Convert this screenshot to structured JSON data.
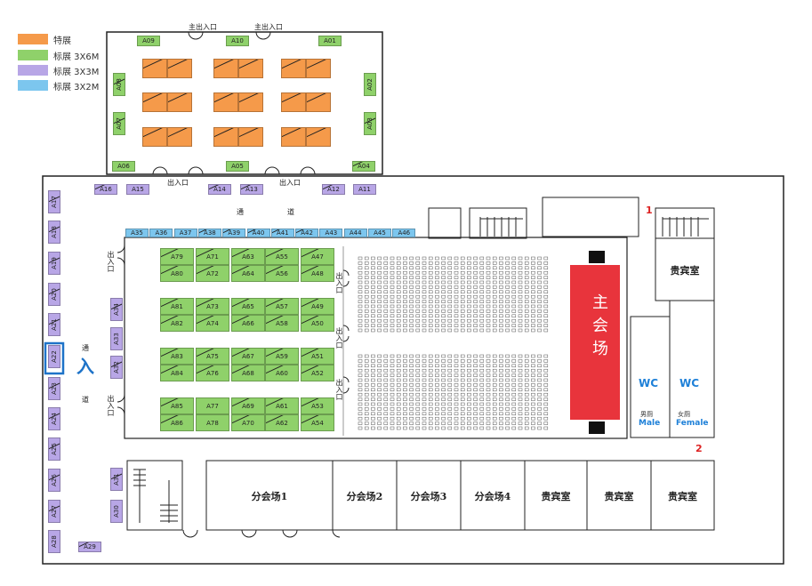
{
  "legend": [
    {
      "label": "特展",
      "color": "#f59a4a"
    },
    {
      "label": "标展 3X6M",
      "color": "#8fd16a"
    },
    {
      "label": "标展 3X3M",
      "color": "#b8a6e6"
    },
    {
      "label": "标展 3X2M",
      "color": "#7cc6ee"
    }
  ],
  "labels": {
    "main_entrance_1": "主出入口",
    "main_entrance_2": "主出入口",
    "exit_1": "出入口",
    "exit_2": "出入口",
    "corridor_1": "通",
    "corridor_2": "道",
    "corridor_v1": "通",
    "corridor_v2": "道",
    "exit_v1": "出入口",
    "exit_v2": "出入口",
    "exit_v3": "出入口",
    "exit_v4": "出入口",
    "exit_v5": "出入口",
    "main_hall": "主会场",
    "vip_top": "贵宾室",
    "wc_male": "WC",
    "wc_female": "WC",
    "male_cn": "男厕",
    "male_en": "Male",
    "female_cn": "女厕",
    "female_en": "Female",
    "marker_1": "1",
    "marker_2": "2",
    "entry_marker": "入",
    "rooms": [
      "分会场1",
      "分会场2",
      "分会场3",
      "分会场4",
      "贵宾室",
      "贵宾室",
      "贵宾室"
    ]
  },
  "booths": {
    "top_hall": [
      "A09",
      "A10",
      "A01",
      "A08",
      "A02",
      "A07",
      "A03",
      "A06",
      "A05",
      "A04"
    ],
    "top_row": [
      "A16",
      "A15",
      "A14",
      "A13",
      "A12",
      "A11"
    ],
    "blue_row": [
      "A35",
      "A36",
      "A37",
      "A38",
      "A39",
      "A40",
      "A41",
      "A42",
      "A43",
      "A44",
      "A45",
      "A46"
    ],
    "left_column": [
      "A17",
      "A18",
      "A19",
      "A20",
      "A21",
      "A22",
      "A23",
      "A24",
      "A25",
      "A26",
      "A27",
      "A28"
    ],
    "inner_column": [
      "A34",
      "A33",
      "A32",
      "A31",
      "A30"
    ],
    "bottom": "A29",
    "grid": [
      [
        "A79",
        "A71",
        "A63",
        "A55",
        "A47"
      ],
      [
        "A80",
        "A72",
        "A64",
        "A56",
        "A48"
      ],
      [
        "A81",
        "A73",
        "A65",
        "A57",
        "A49"
      ],
      [
        "A82",
        "A74",
        "A66",
        "A58",
        "A50"
      ],
      [
        "A83",
        "A75",
        "A67",
        "A59",
        "A51"
      ],
      [
        "A84",
        "A76",
        "A68",
        "A60",
        "A52"
      ],
      [
        "A85",
        "A77",
        "A69",
        "A61",
        "A53"
      ],
      [
        "A86",
        "A78",
        "A70",
        "A62",
        "A54"
      ]
    ]
  }
}
